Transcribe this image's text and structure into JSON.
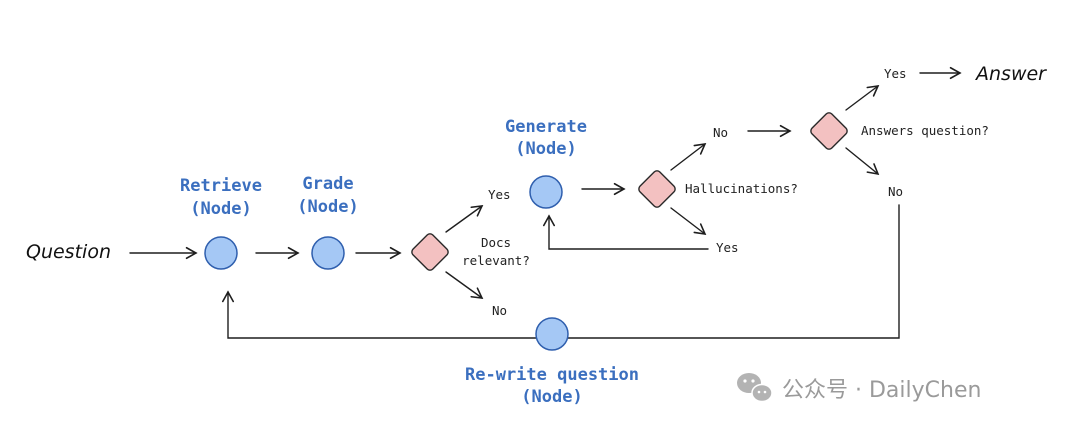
{
  "diagram": {
    "start_label": "Question",
    "end_label": "Answer",
    "nodes": {
      "retrieve": {
        "line1": "Retrieve",
        "line2": "(Node)"
      },
      "grade": {
        "line1": "Grade",
        "line2": "(Node)"
      },
      "generate": {
        "line1": "Generate",
        "line2": "(Node)"
      },
      "rewrite": {
        "line1": "Re-write question",
        "line2": "(Node)"
      }
    },
    "decisions": {
      "docs_relevant": {
        "line1": "Docs",
        "line2": "relevant?"
      },
      "hallucinations": {
        "label": "Hallucinations?"
      },
      "answers_question": {
        "label": "Answers question?"
      }
    },
    "edge_labels": {
      "docs_yes": "Yes",
      "docs_no": "No",
      "halluc_no": "No",
      "halluc_yes": "Yes",
      "answers_yes": "Yes",
      "answers_no": "No"
    },
    "colors": {
      "node_fill": "#a5c8f5",
      "node_stroke": "#2f5fae",
      "decision_fill": "#f3c1c1",
      "node_label": "#3b6fbf"
    }
  },
  "watermark": {
    "icon": "wechat-icon",
    "text": "公众号 · DailyChen"
  }
}
